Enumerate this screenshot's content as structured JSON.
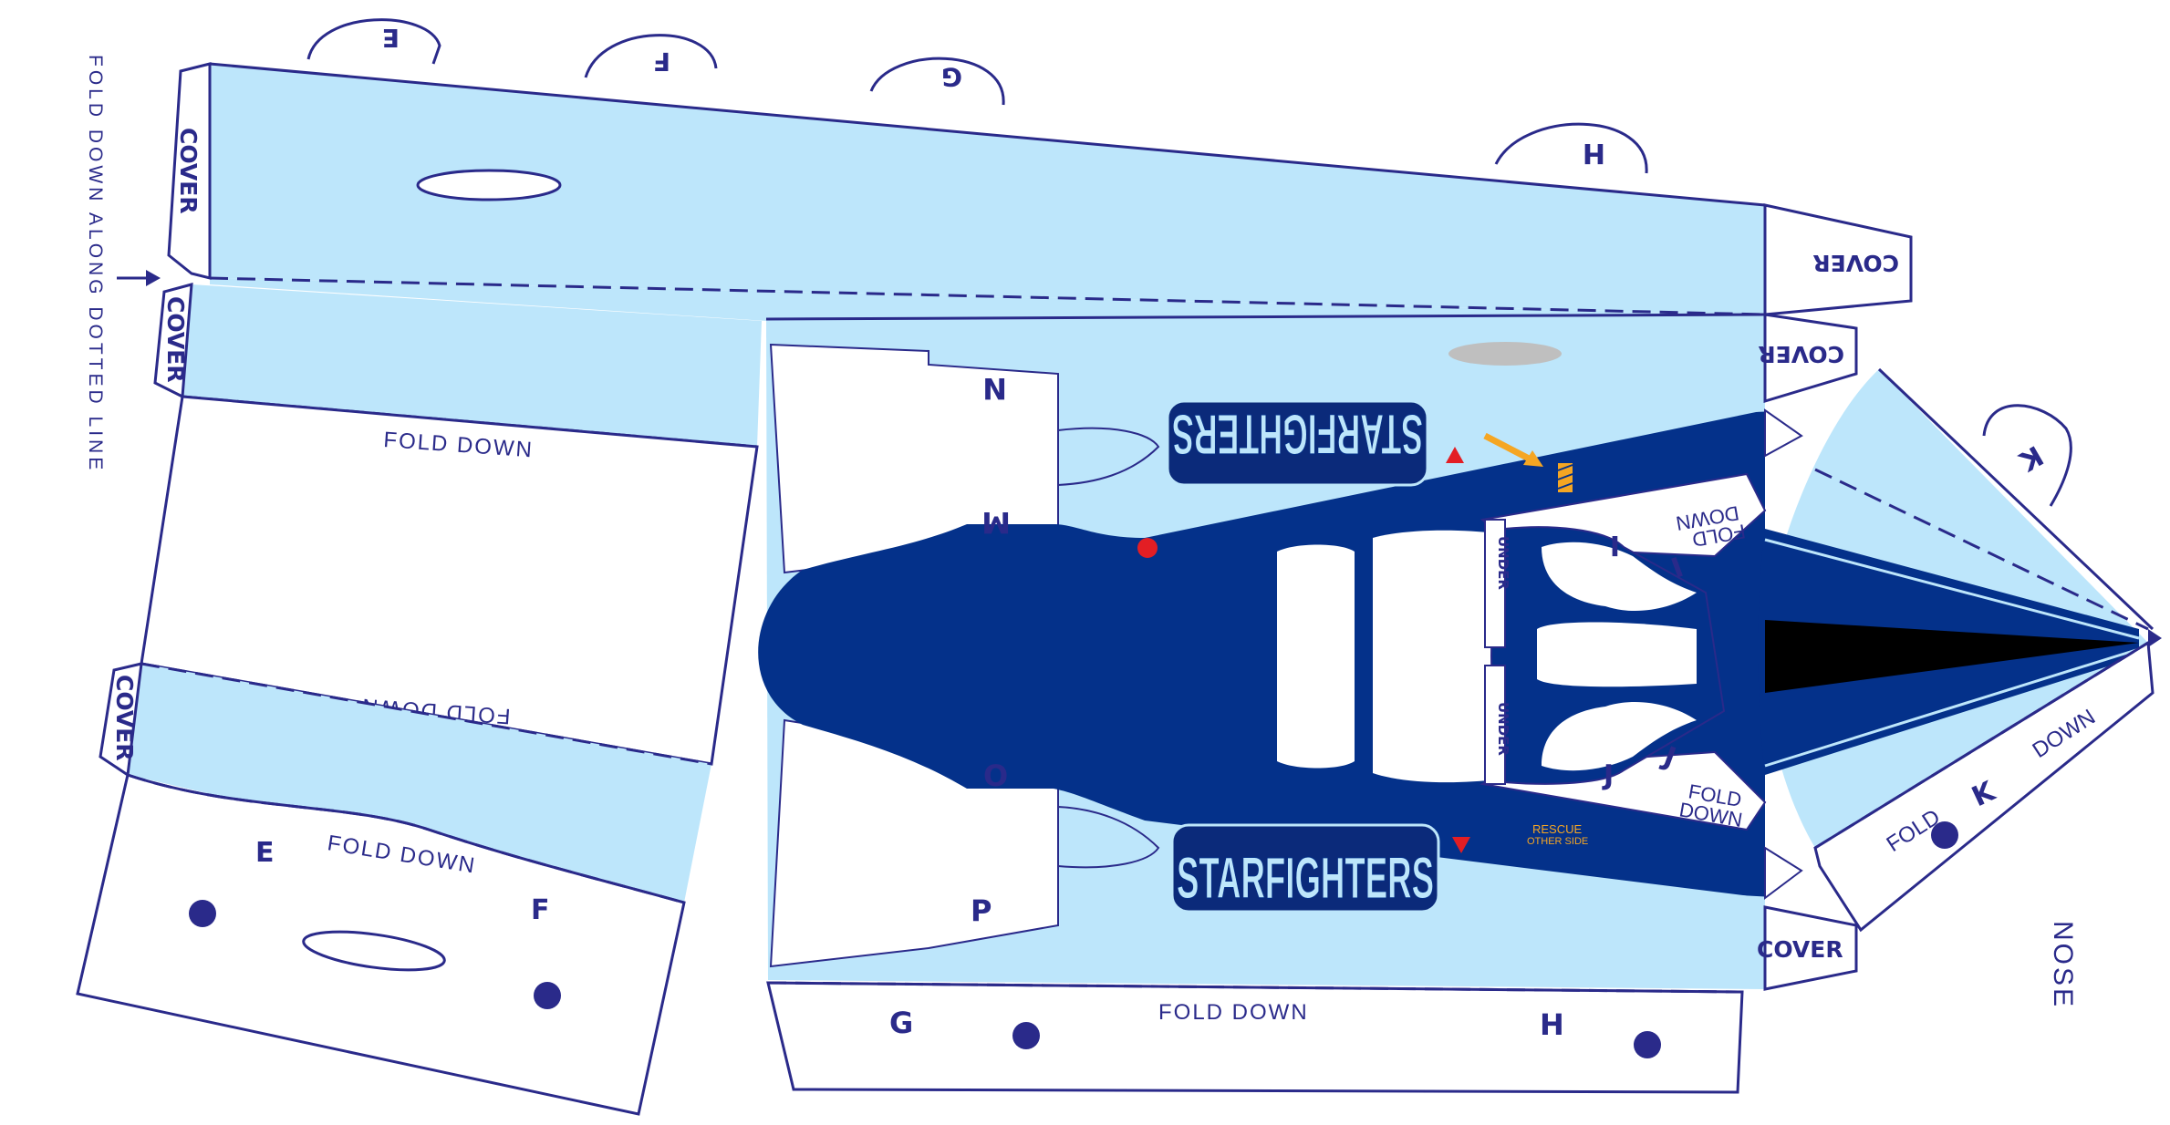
{
  "colors": {
    "outline": "#2a2a8a",
    "light_blue": "#bde6fb",
    "dark_blue": "#04318a",
    "mid_blue": "#2f5fb8",
    "white": "#ffffff",
    "red": "#e31e24",
    "orange": "#f5a623",
    "gray": "#bfbfbf",
    "black": "#000000"
  },
  "instructions": {
    "fold_down_along_dotted_line": "FOLD DOWN ALONG DOTTED LINE",
    "nose": "NOSE"
  },
  "fold_labels": {
    "fold_down": "FOLD DOWN",
    "fold": "FOLD",
    "down": "DOWN",
    "under": "UNDER",
    "cover": "COVER"
  },
  "tab_letters": {
    "e": "E",
    "f": "F",
    "g": "G",
    "h": "H",
    "i": "I",
    "j": "J",
    "k": "K",
    "n": "N",
    "m": "M",
    "o": "O",
    "p": "P"
  },
  "decals": {
    "logo": "STARFIGHTERS",
    "rescue_line1": "RESCUE",
    "rescue_line2": "OTHER SIDE"
  }
}
